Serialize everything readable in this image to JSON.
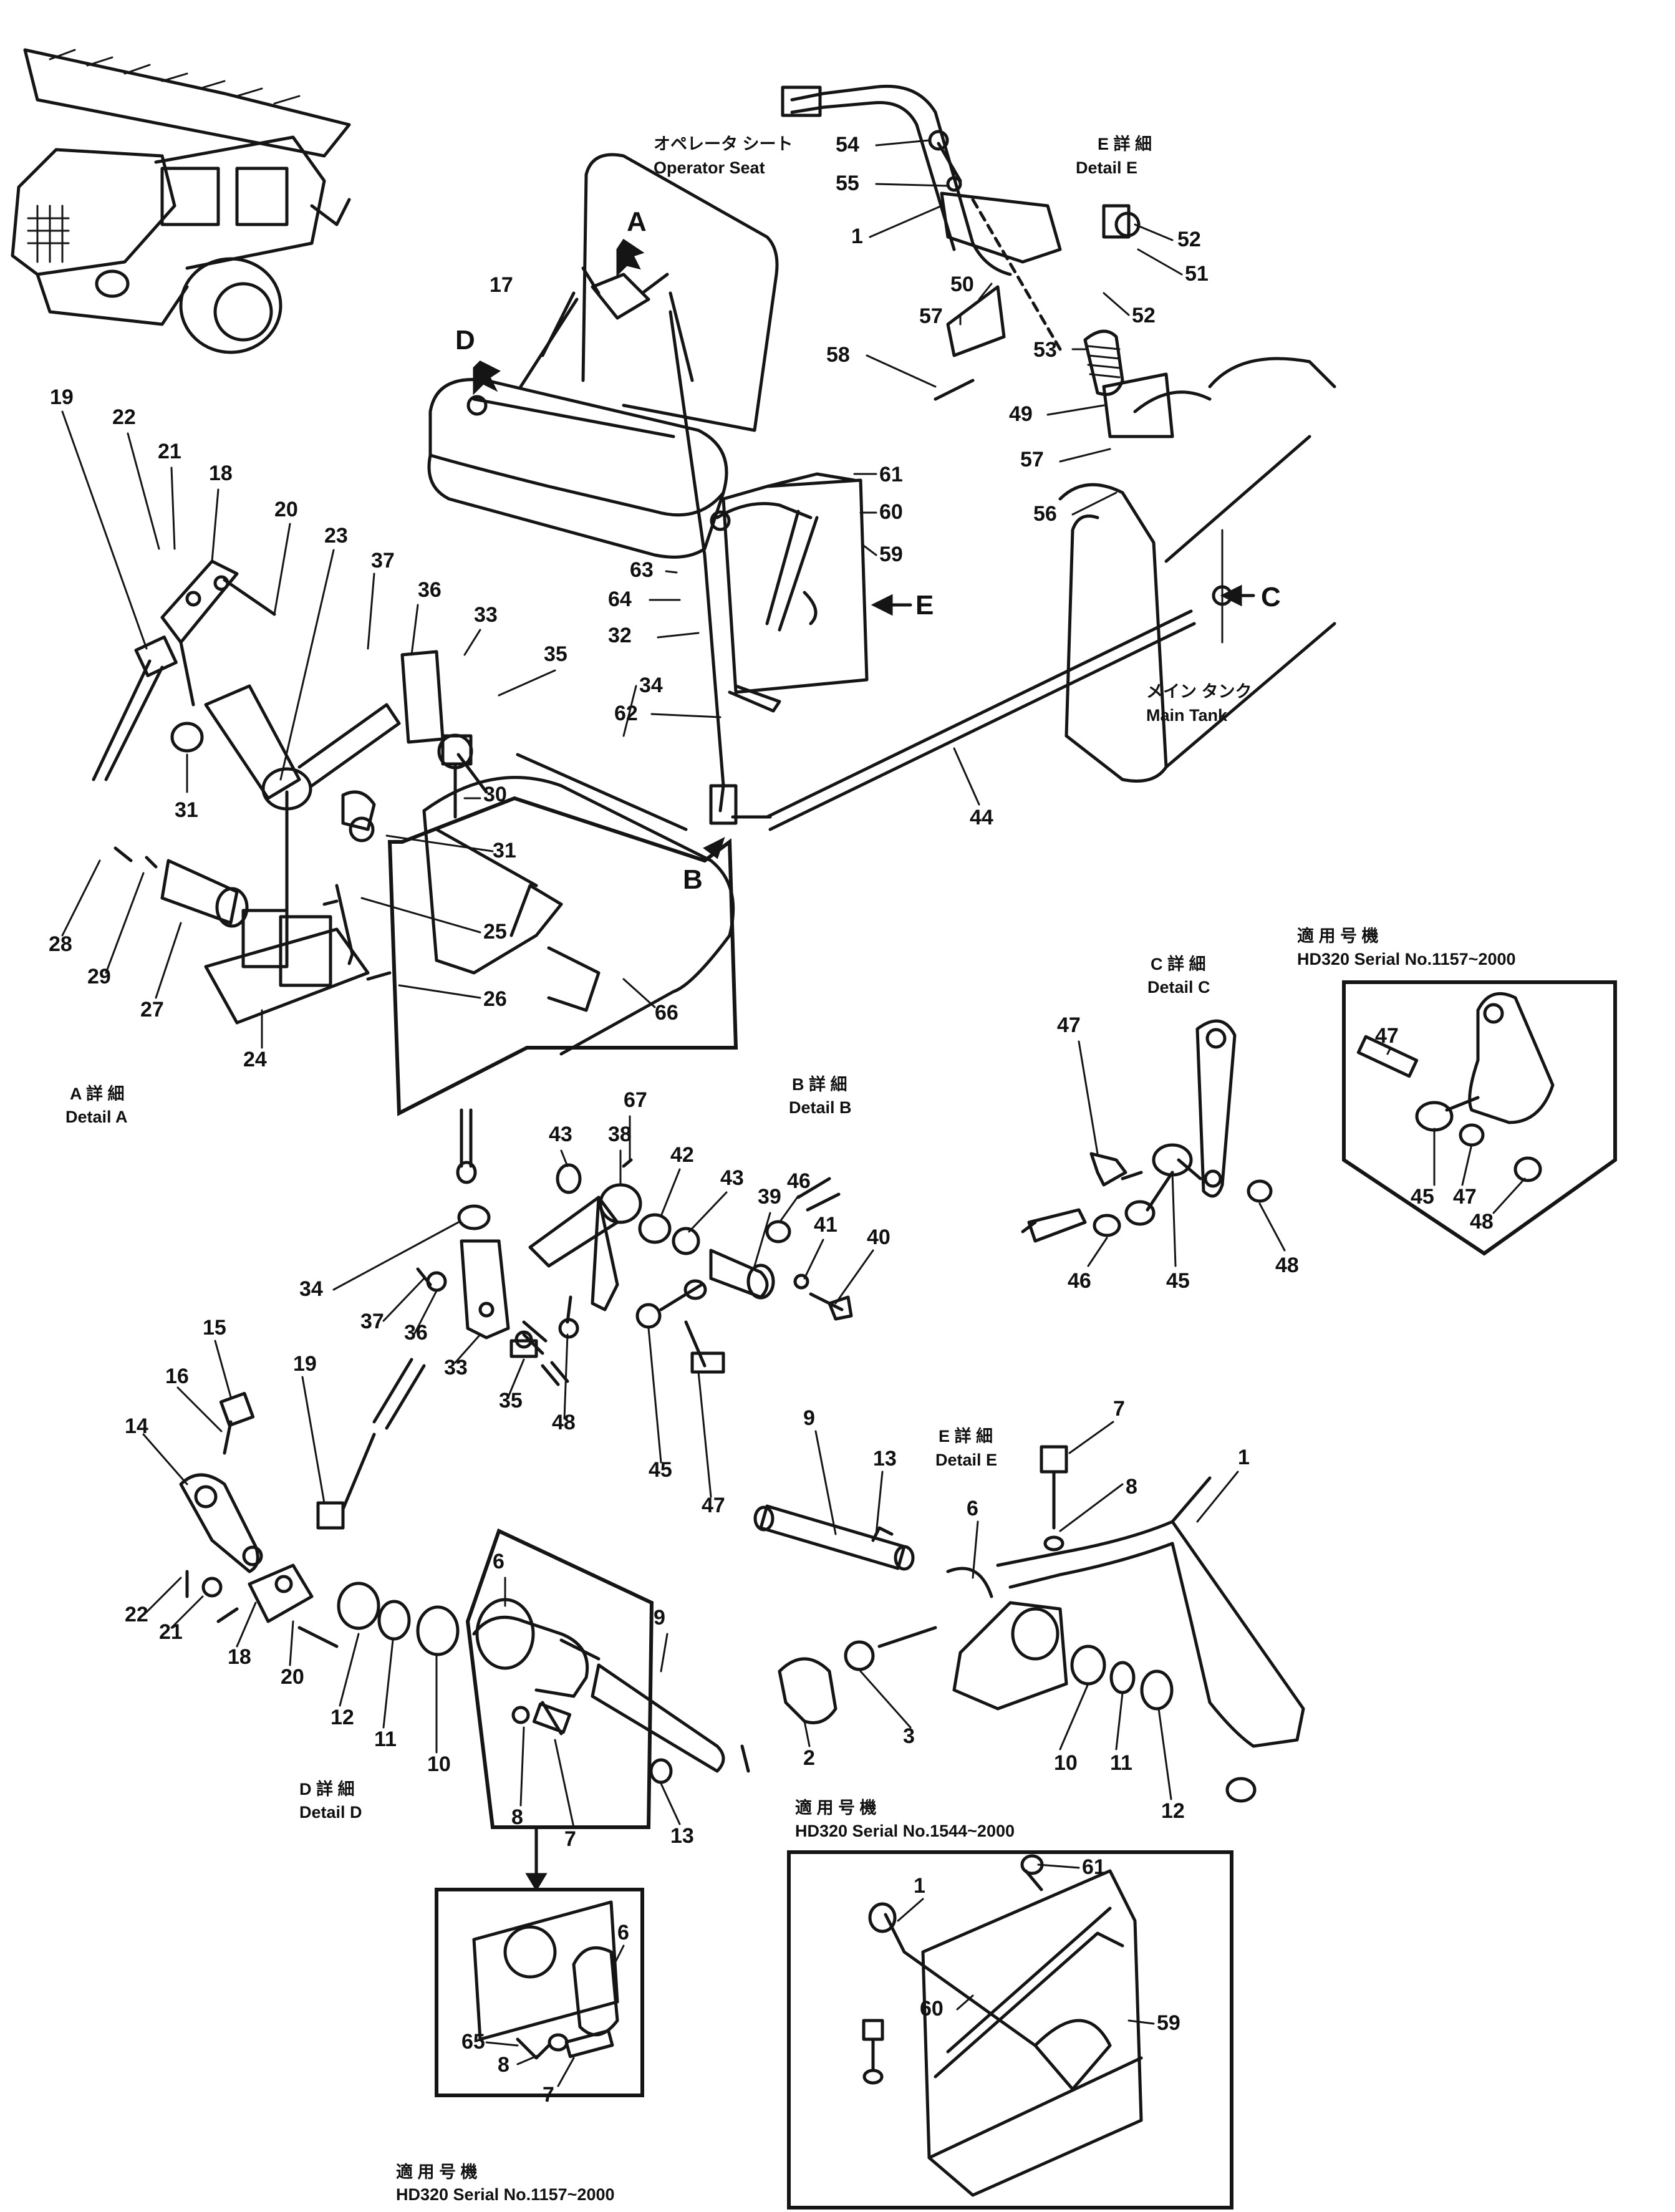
{
  "labels": {
    "operator_seat_jp": "オペレータ シート",
    "operator_seat_en": "Operator Seat",
    "main_tank_jp": "メイン タンク",
    "main_tank_en": "Main Tank",
    "detail_a_jp": "A 詳 細",
    "detail_a_en": "Detail  A",
    "detail_b_jp": "B 詳 細",
    "detail_b_en": "Detail  B",
    "detail_c_jp": "C 詳 細",
    "detail_c_en": "Detail  C",
    "detail_d_jp": "D 詳 細",
    "detail_d_en": "Detail  D",
    "detail_e_top_jp": "E 詳 細",
    "detail_e_top_en": "Detail  E",
    "detail_e_bottom_jp": "E 詳 細",
    "detail_e_bottom_en": "Detail  E",
    "serial_c_jp": "適 用 号 機",
    "serial_c_en": "HD320 Serial No.1157~2000",
    "serial_e_jp": "適 用 号 機",
    "serial_e_en": "HD320 Serial No.1544~2000",
    "serial_d_jp": "適 用 号 機",
    "serial_d_en": "HD320 Serial No.1157~2000"
  },
  "view_markers": [
    "A",
    "B",
    "C",
    "D",
    "E"
  ],
  "callouts": {
    "overview": [
      "17",
      "54",
      "55",
      "1",
      "52",
      "51",
      "52",
      "50",
      "57",
      "53",
      "58",
      "49",
      "57",
      "56",
      "61",
      "60",
      "59",
      "63",
      "64",
      "32",
      "62",
      "44"
    ],
    "detail_a": [
      "19",
      "22",
      "21",
      "18",
      "20",
      "23",
      "37",
      "36",
      "33",
      "35",
      "34",
      "31",
      "30",
      "31",
      "28",
      "29",
      "27",
      "25",
      "26",
      "24",
      "66"
    ],
    "detail_b": [
      "43",
      "38",
      "67",
      "42",
      "43",
      "39",
      "46",
      "41",
      "40",
      "34",
      "37",
      "36",
      "33",
      "35",
      "48",
      "45",
      "47"
    ],
    "detail_c": [
      "47",
      "46",
      "45",
      "48"
    ],
    "detail_c_variant": [
      "47",
      "45",
      "47",
      "48"
    ],
    "detail_d": [
      "15",
      "16",
      "14",
      "19",
      "22",
      "21",
      "18",
      "20",
      "12",
      "11",
      "10",
      "6",
      "9",
      "8",
      "7",
      "13"
    ],
    "detail_e": [
      "9",
      "13",
      "6",
      "7",
      "8",
      "1",
      "2",
      "3",
      "10",
      "11",
      "12"
    ],
    "detail_d_variant": [
      "6",
      "65",
      "8",
      "7"
    ],
    "detail_e_variant": [
      "1",
      "61",
      "60",
      "59"
    ]
  }
}
